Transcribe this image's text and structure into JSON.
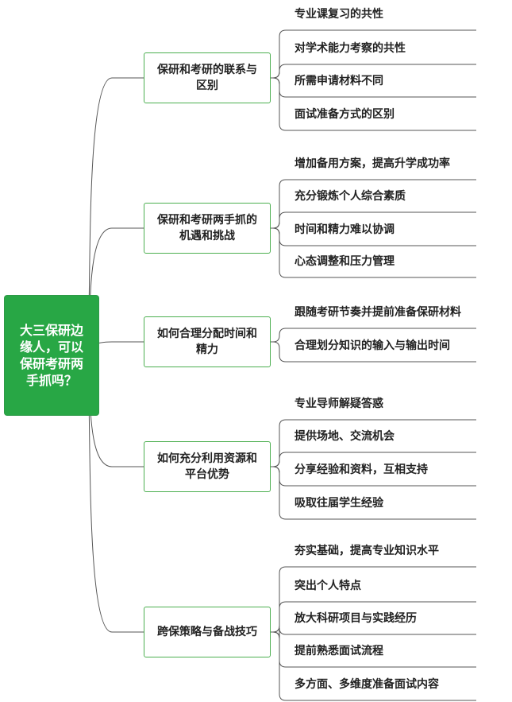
{
  "root": {
    "title": "大三保研边缘人，可以保研考研两手抓吗？"
  },
  "branches": [
    {
      "label": "保研和考研的联系与区别",
      "leaves": [
        "专业课复习的共性",
        "对学术能力考察的共性",
        "所需申请材料不同",
        "面试准备方式的区别"
      ]
    },
    {
      "label": "保研和考研两手抓的机遇和挑战",
      "leaves": [
        "增加备用方案，提高升学成功率",
        "充分锻炼个人综合素质",
        "时间和精力难以协调",
        "心态调整和压力管理"
      ]
    },
    {
      "label": "如何合理分配时间和精力",
      "leaves": [
        "跟随考研节奏并提前准备保研材料",
        "合理划分知识的输入与输出时间"
      ]
    },
    {
      "label": "如何充分利用资源和平台优势",
      "leaves": [
        "专业导师解疑答惑",
        "提供场地、交流机会",
        "分享经验和资料，互相支持",
        "吸取往届学生经验"
      ]
    },
    {
      "label": "跨保策略与备战技巧",
      "leaves": [
        "夯实基础，提高专业知识水平",
        "突出个人特点",
        "放大科研项目与实践经历",
        "提前熟悉面试流程",
        "多方面、多维度准备面试内容"
      ]
    }
  ],
  "colors": {
    "root_fill": "#28a745",
    "branch_border": "#4caf50",
    "line": "#555555"
  }
}
